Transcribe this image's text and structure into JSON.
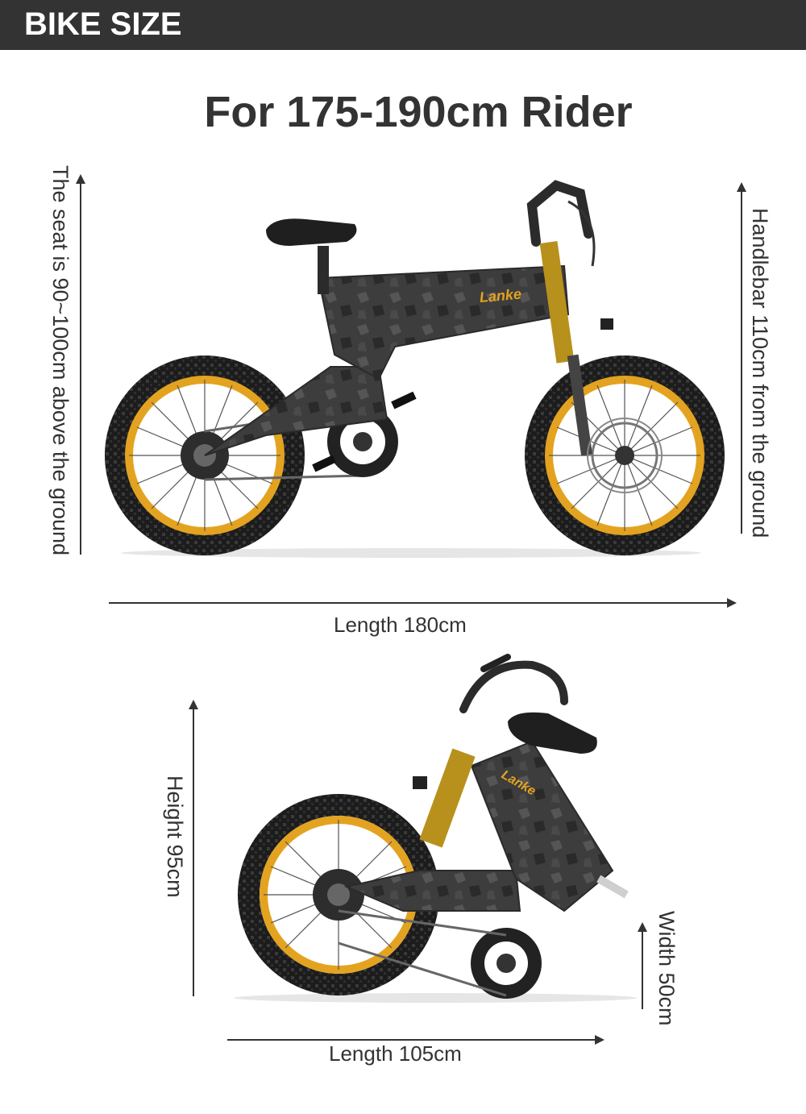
{
  "header": {
    "title": "BIKE SIZE"
  },
  "main_title": "For 175-190cm Rider",
  "unfolded": {
    "seat_label": "The seat is 90~100cm above the ground",
    "handlebar_label": "Handlebar 110cm from the ground",
    "length_label": "Length 180cm",
    "brand_text": "Lanke"
  },
  "folded": {
    "height_label": "Height 95cm",
    "width_label": "Width 50cm",
    "length_label": "Length 105cm",
    "brand_text": "Lanke"
  },
  "colors": {
    "header_bg": "#333333",
    "rim": "#e3a320",
    "frame": "#3a3a3a",
    "fork_gold": "#b8901c"
  }
}
